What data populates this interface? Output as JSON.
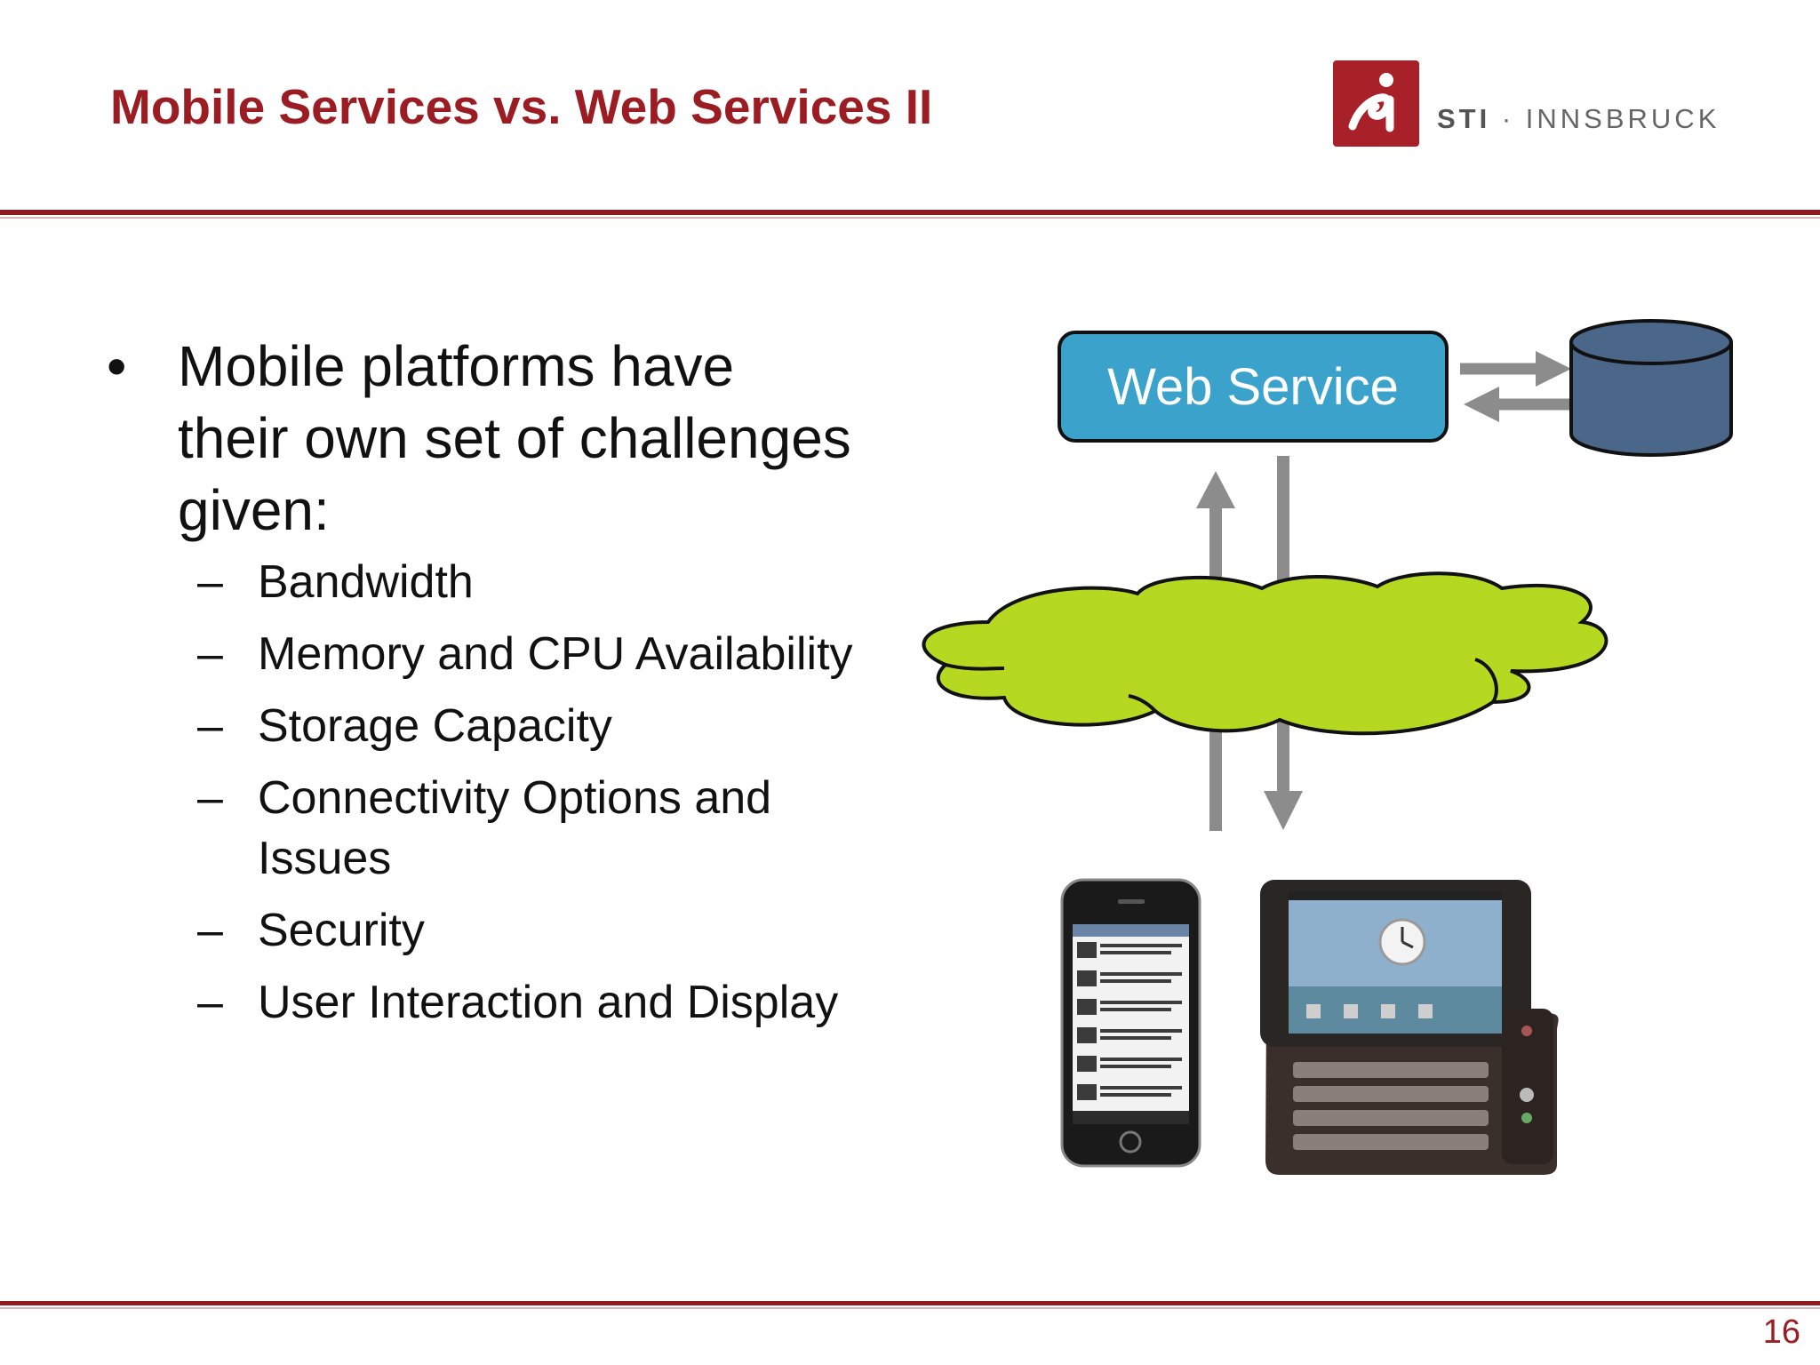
{
  "slide": {
    "title": "Mobile Services vs. Web Services II",
    "logo": {
      "icon": "sti-logo-icon",
      "brand_bold": "STI",
      "brand_sep": " · ",
      "brand_rest": "INNSBRUCK",
      "color": "#a82128"
    },
    "page_number": "16",
    "accent_color": "#9b1c22"
  },
  "content": {
    "bullet": "Mobile platforms have their own set of challenges given:",
    "items": [
      "Bandwidth",
      "Memory and CPU Availability",
      "Storage Capacity",
      "Connectivity Options and Issues",
      "Security",
      "User Interaction and Display"
    ]
  },
  "diagram": {
    "web_service_label": "Web Service",
    "colors": {
      "web_service": "#3ba3cb",
      "database": "#4a6689",
      "cloud": "#b5d920",
      "arrow": "#8c8c8c"
    },
    "icons": [
      "database-icon",
      "internet-cloud-icon",
      "smartphone-icon",
      "android-phone-icon"
    ]
  }
}
